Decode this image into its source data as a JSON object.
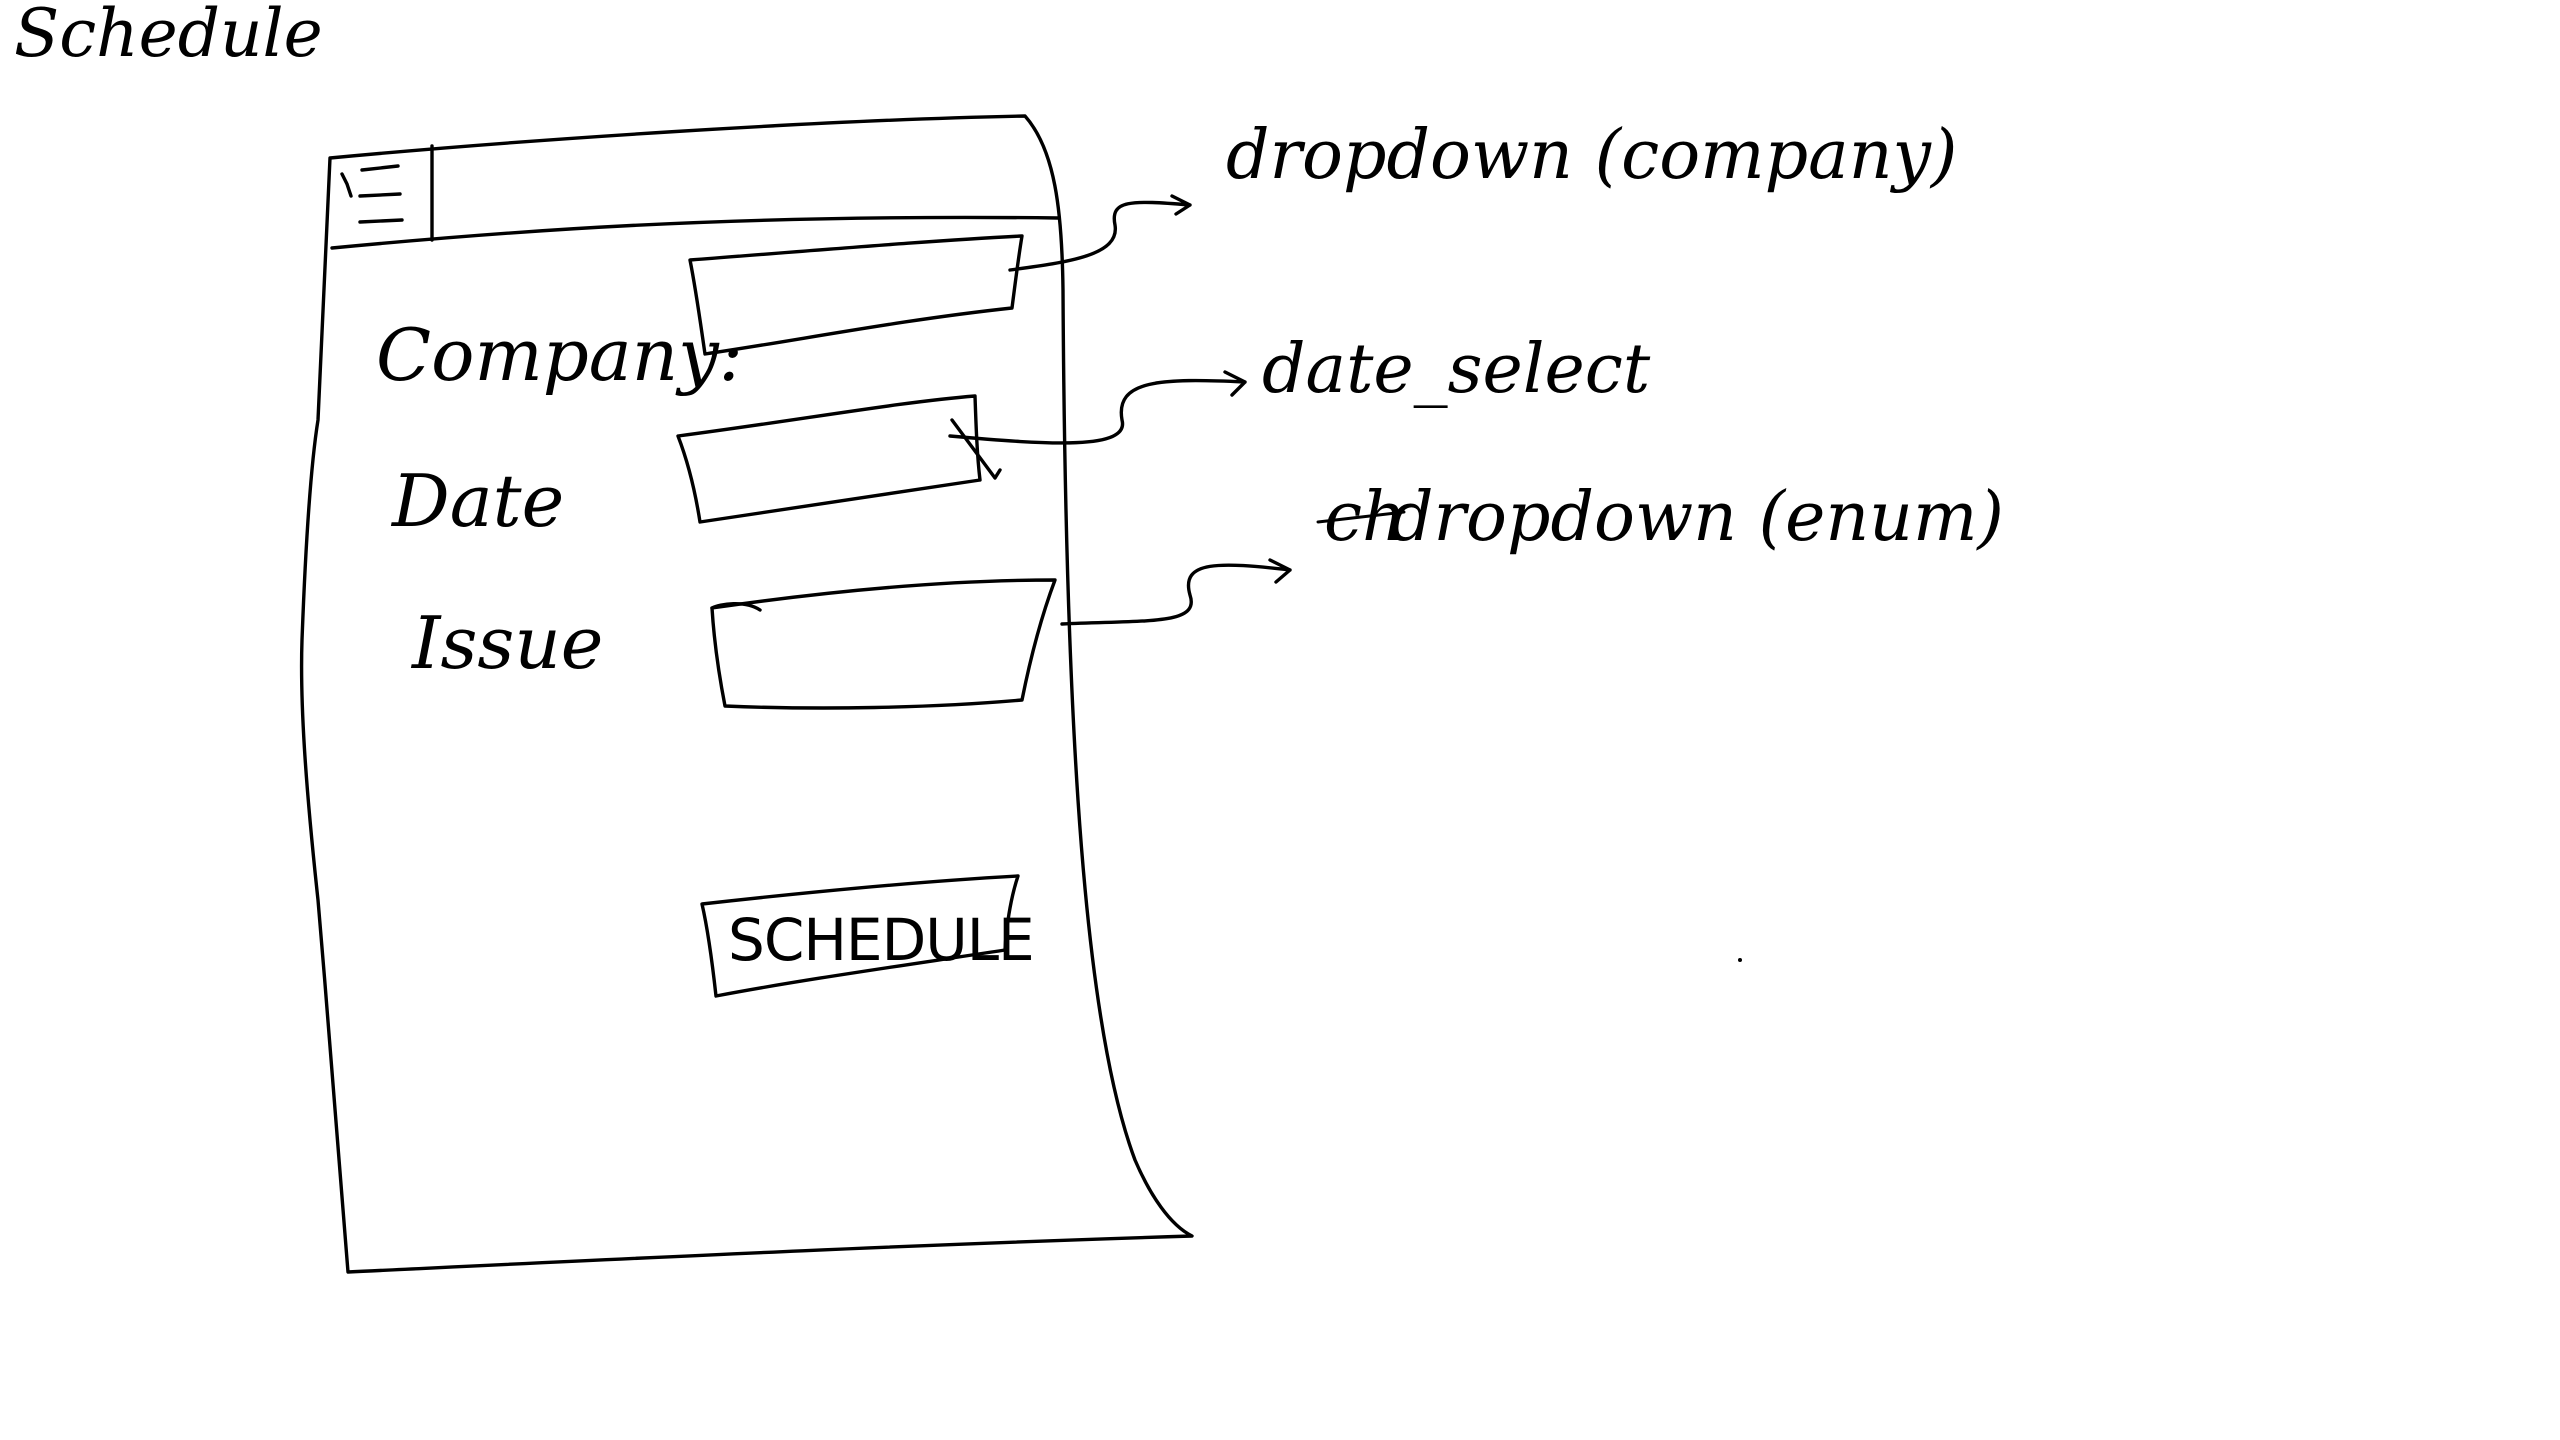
{
  "sketch": {
    "title": "Schedule",
    "annotation_company": "dropdown (company)",
    "annotation_date": "date_select",
    "annotation_issue_strike": "ch",
    "annotation_issue": "dropdown (enum)"
  },
  "form": {
    "menu_icon": "hamburger-icon",
    "fields": [
      {
        "label": "Company:"
      },
      {
        "label": "Date"
      },
      {
        "label": "Issue"
      }
    ],
    "schedule_button": "SCHEDULE"
  },
  "colors": {
    "ink": "#000000",
    "background": "#ffffff"
  }
}
